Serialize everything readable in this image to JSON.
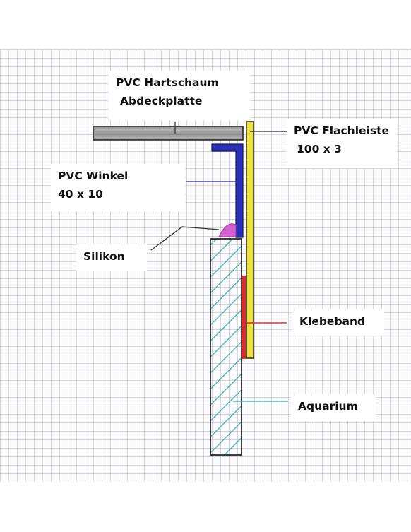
{
  "labels": {
    "hartschaum": [
      "PVC Hartschaum",
      "Abdeckplatte"
    ],
    "flachleiste": [
      "PVC Flachleiste",
      "100 x 3"
    ],
    "winkel": [
      "PVC Winkel",
      "40 x 10"
    ],
    "silikon": "Silikon",
    "klebeband": "Klebeband",
    "aquarium": "Aquarium"
  },
  "colors": {
    "hartschaum": "#a0a0a0",
    "winkel": "#2a2fb8",
    "flachleiste": "#f1e23c",
    "silikon": "#d65fcf",
    "klebeband": "#d83030",
    "aquarium_hatch": "#2aa8c0",
    "outline": "#2a2a2a"
  }
}
